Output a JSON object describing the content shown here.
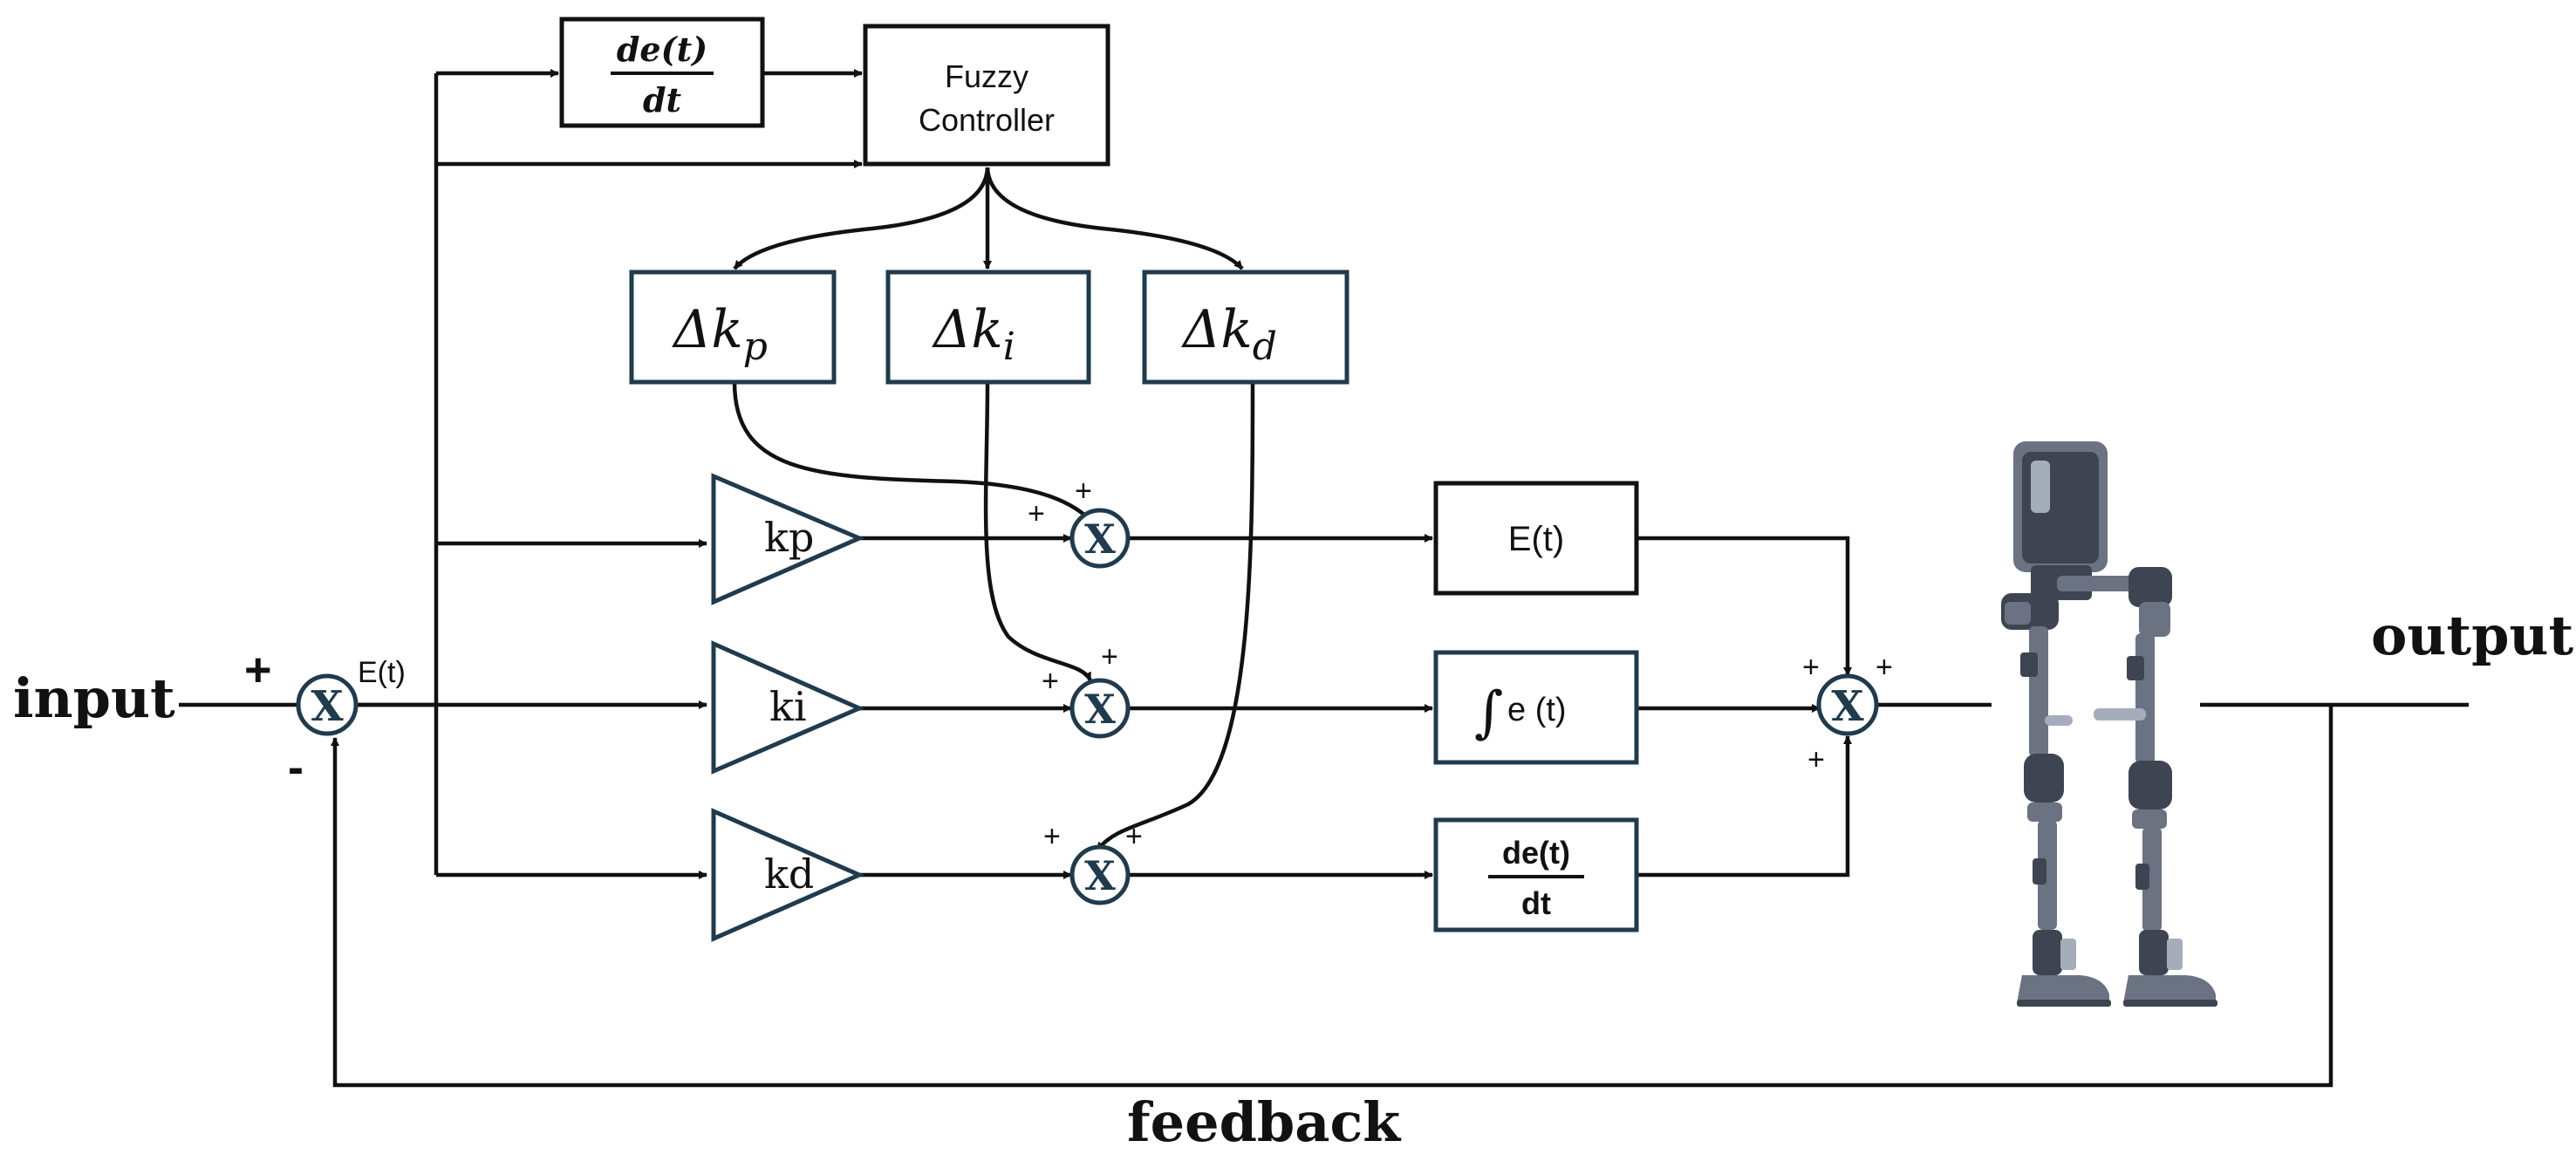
{
  "labels": {
    "input": "input",
    "output": "output",
    "feedback": "feedback",
    "error_signal": "E(t)",
    "plus": "+",
    "minus": "-"
  },
  "blocks": {
    "derivative_top": {
      "num": "de(t)",
      "den": "dt"
    },
    "fuzzy_controller": {
      "line1": "Fuzzy",
      "line2": "Controller"
    },
    "delta_kp": {
      "delta": "Δk",
      "sub": "p"
    },
    "delta_ki": {
      "delta": "Δk",
      "sub": "i"
    },
    "delta_kd": {
      "delta": "Δk",
      "sub": "d"
    },
    "gain_kp": "kp",
    "gain_ki": "ki",
    "gain_kd": "kd",
    "proportional": "E(t)",
    "integral": {
      "symbol": "∫",
      "text": "e (t)"
    },
    "derivative": {
      "num": "de(t)",
      "den": "dt"
    }
  },
  "sum_symbol": "X",
  "plant": "exoskeleton-robot-image"
}
